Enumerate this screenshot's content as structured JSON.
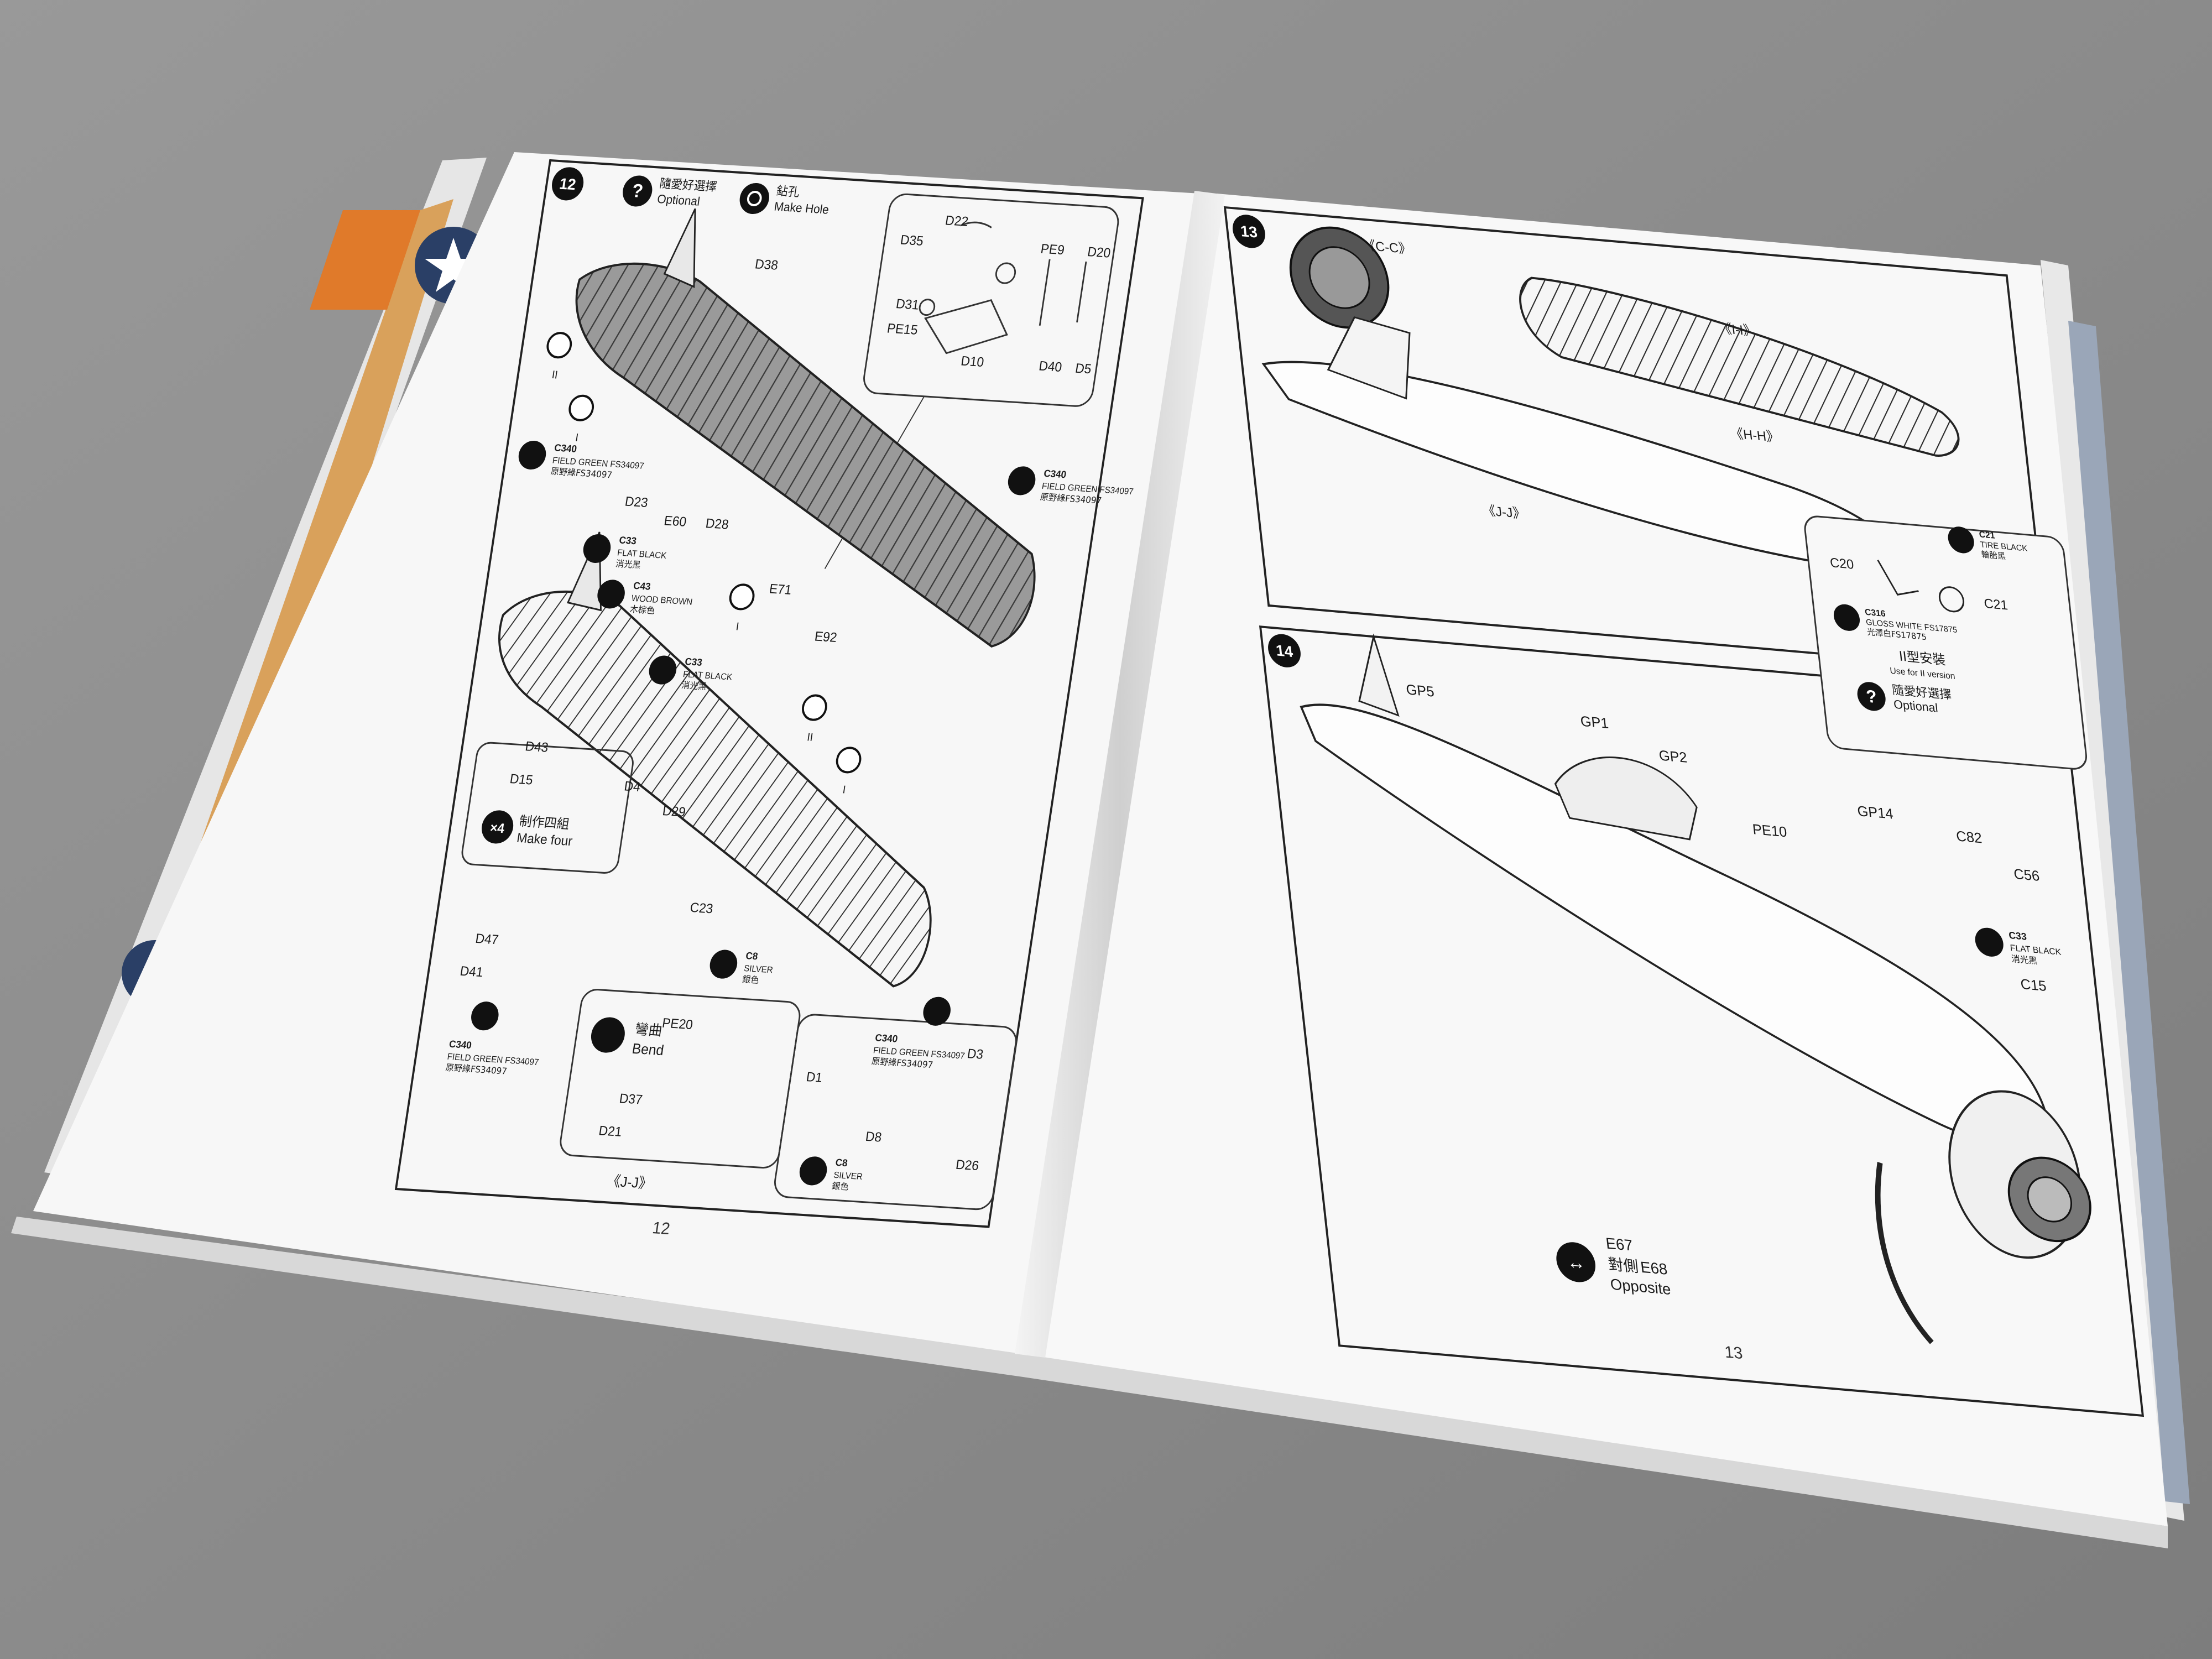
{
  "left_page": {
    "step_number": "12",
    "page_number": "12",
    "legend_optional_cjk": "隨愛好選擇",
    "legend_optional": "Optional",
    "legend_hole_cjk": "鉆孔",
    "legend_hole": "Make Hole",
    "parts": [
      "D38",
      "D22",
      "D35",
      "PE9",
      "D20",
      "D31",
      "PE15",
      "D10",
      "D40",
      "D5",
      "D23",
      "E60",
      "D28",
      "E71",
      "E92",
      "D43",
      "D15",
      "D4",
      "D29",
      "D47",
      "D41",
      "C23",
      "PE20",
      "D37",
      "D21",
      "D1",
      "D8",
      "D3",
      "D26"
    ],
    "roman_markers": [
      "II",
      "I",
      "I",
      "II",
      "I"
    ],
    "make_four_count": "×4",
    "make_four_cjk": "制作四組",
    "make_four": "Make four",
    "bend_cjk": "彎曲",
    "bend": "Bend",
    "section_label": "《J-J》",
    "colors": {
      "field_green_code": "C340",
      "field_green": "FIELD GREEN FS34097",
      "field_green_cjk": "原野綠FS34097",
      "flat_black_code": "C33",
      "flat_black": "FLAT BLACK",
      "flat_black_cjk": "消光黑",
      "wood_brown_code": "C43",
      "wood_brown": "WOOD BROWN",
      "wood_brown_cjk": "木棕色",
      "silver_code": "C8",
      "silver": "SILVER",
      "silver_cjk": "銀色"
    }
  },
  "right_page": {
    "step13_number": "13",
    "step14_number": "14",
    "page_number": "13",
    "section_cc": "《C-C》",
    "section_ii": "《I-I》",
    "section_hh": "《H-H》",
    "section_jj": "《J-J》",
    "inset_parts": [
      "C20",
      "C21"
    ],
    "tire_black_code": "C21",
    "tire_black": "TIRE BLACK",
    "tire_black_cjk": "輪胎黑",
    "gloss_white_code": "C316",
    "gloss_white": "GLOSS WHITE FS17875",
    "gloss_white_cjk": "光澤白FS17875",
    "version_cjk": "II型安裝",
    "version": "Use for II version",
    "optional_cjk": "隨愛好選擇",
    "optional": "Optional",
    "parts14": [
      "GP5",
      "GP1",
      "GP2",
      "GP14",
      "C82",
      "C56",
      "PE10",
      "C15"
    ],
    "flat_black_code": "C33",
    "flat_black": "FLAT BLACK",
    "flat_black_cjk": "消光黑",
    "opposite_part1": "E67",
    "opposite_cjk": "對側",
    "opposite_part2": "E68",
    "opposite": "Opposite"
  }
}
